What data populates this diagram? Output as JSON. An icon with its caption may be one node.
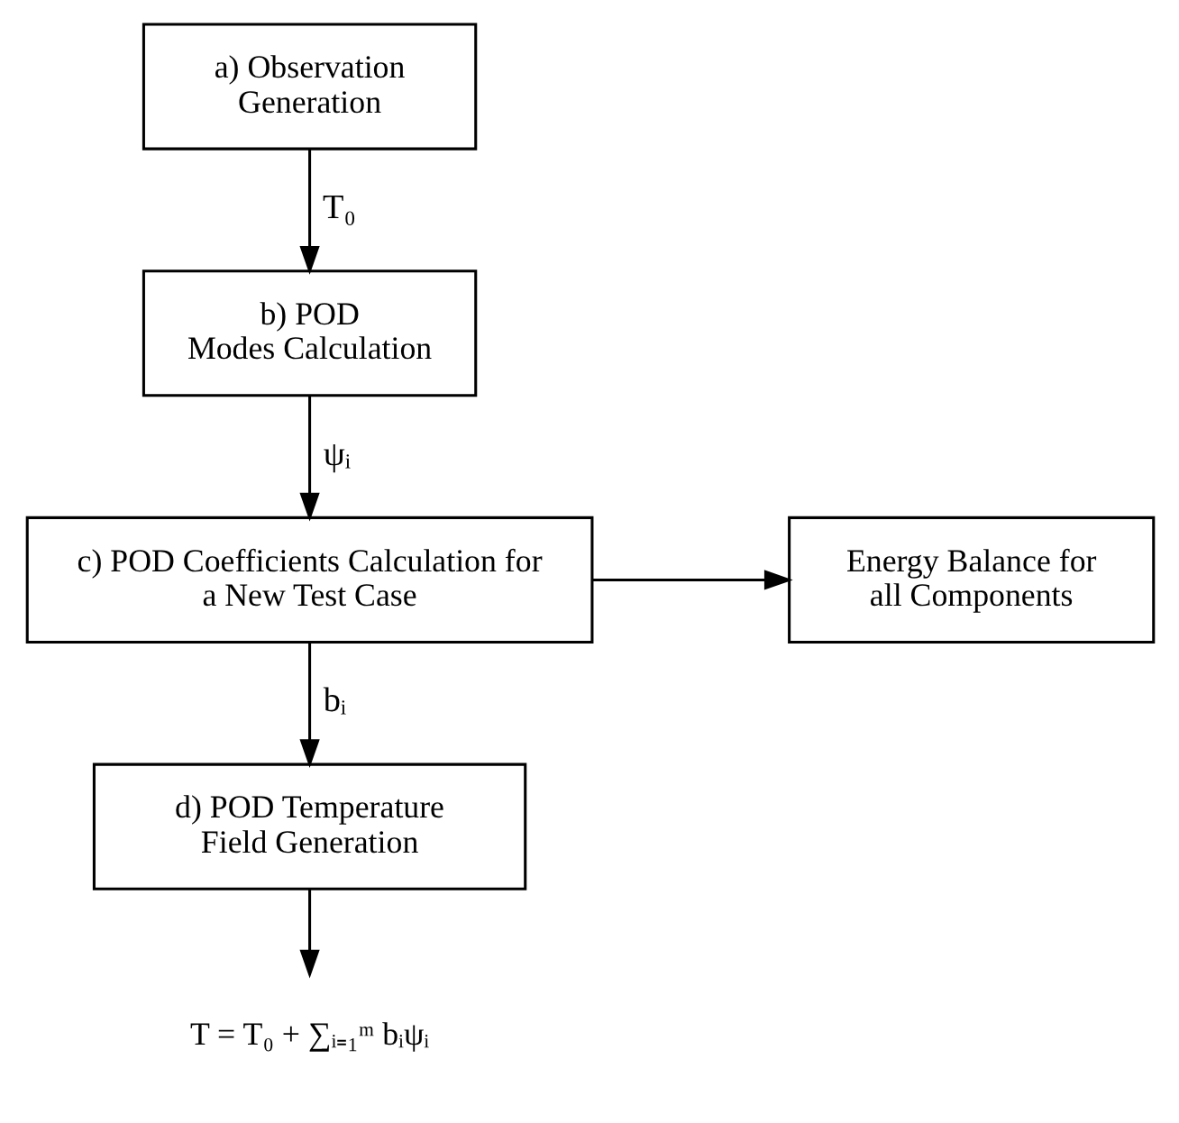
{
  "diagram": {
    "nodes": [
      {
        "text": [
          "a) Observation Generation"
        ]
      },
      {
        "text": [
          "b) POD Modes Calculation"
        ]
      },
      {
        "text": [
          "c) POD Coefficients Calculation for a New Test Case"
        ]
      },
      {
        "text": [
          "Energy Balance for all Components"
        ]
      },
      {
        "text": [
          "d) POD Temperature Field Generation"
        ]
      },
      {
        "text": [
          "T = T₀ + ∑ᵢ₌₁ᵐ bᵢψᵢ"
        ]
      }
    ],
    "edges": [
      {
        "from": 0,
        "to": 1,
        "arrow": "to",
        "label": "T₀"
      },
      {
        "from": 1,
        "to": 2,
        "arrow": "to",
        "label": "ψᵢ"
      },
      {
        "from": 2,
        "to": 3,
        "arrow": "to"
      },
      {
        "from": 2,
        "to": 4,
        "arrow": "to",
        "label": "bᵢ"
      },
      {
        "from": 4,
        "to": 5,
        "arrow": "to"
      }
    ]
  }
}
